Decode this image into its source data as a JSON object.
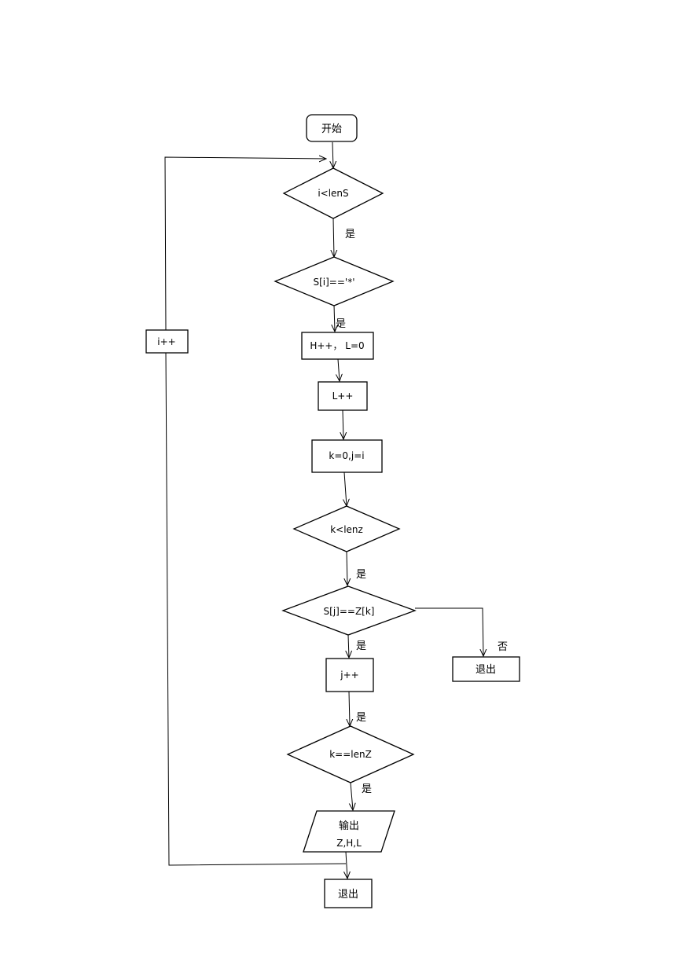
{
  "flowchart": {
    "start": "开始",
    "cond_i_lenS": "i<lenS",
    "cond_s_star": "S[i]=='*'",
    "step_h_l": "H++， L=0",
    "step_l_inc": "L++",
    "step_k_j": "k=0,j=i",
    "cond_k_lenz": "k<lenz",
    "cond_sj_zk": "S[j]==Z[k]",
    "step_j_inc": "j++",
    "cond_k_eq_lenZ": "k==lenZ",
    "output_line1": "输出",
    "output_line2": "Z,H,L",
    "exit_main": "退出",
    "exit_side": "退出",
    "loop_i_inc": "i++",
    "yes_label": "是",
    "no_label": "否"
  }
}
